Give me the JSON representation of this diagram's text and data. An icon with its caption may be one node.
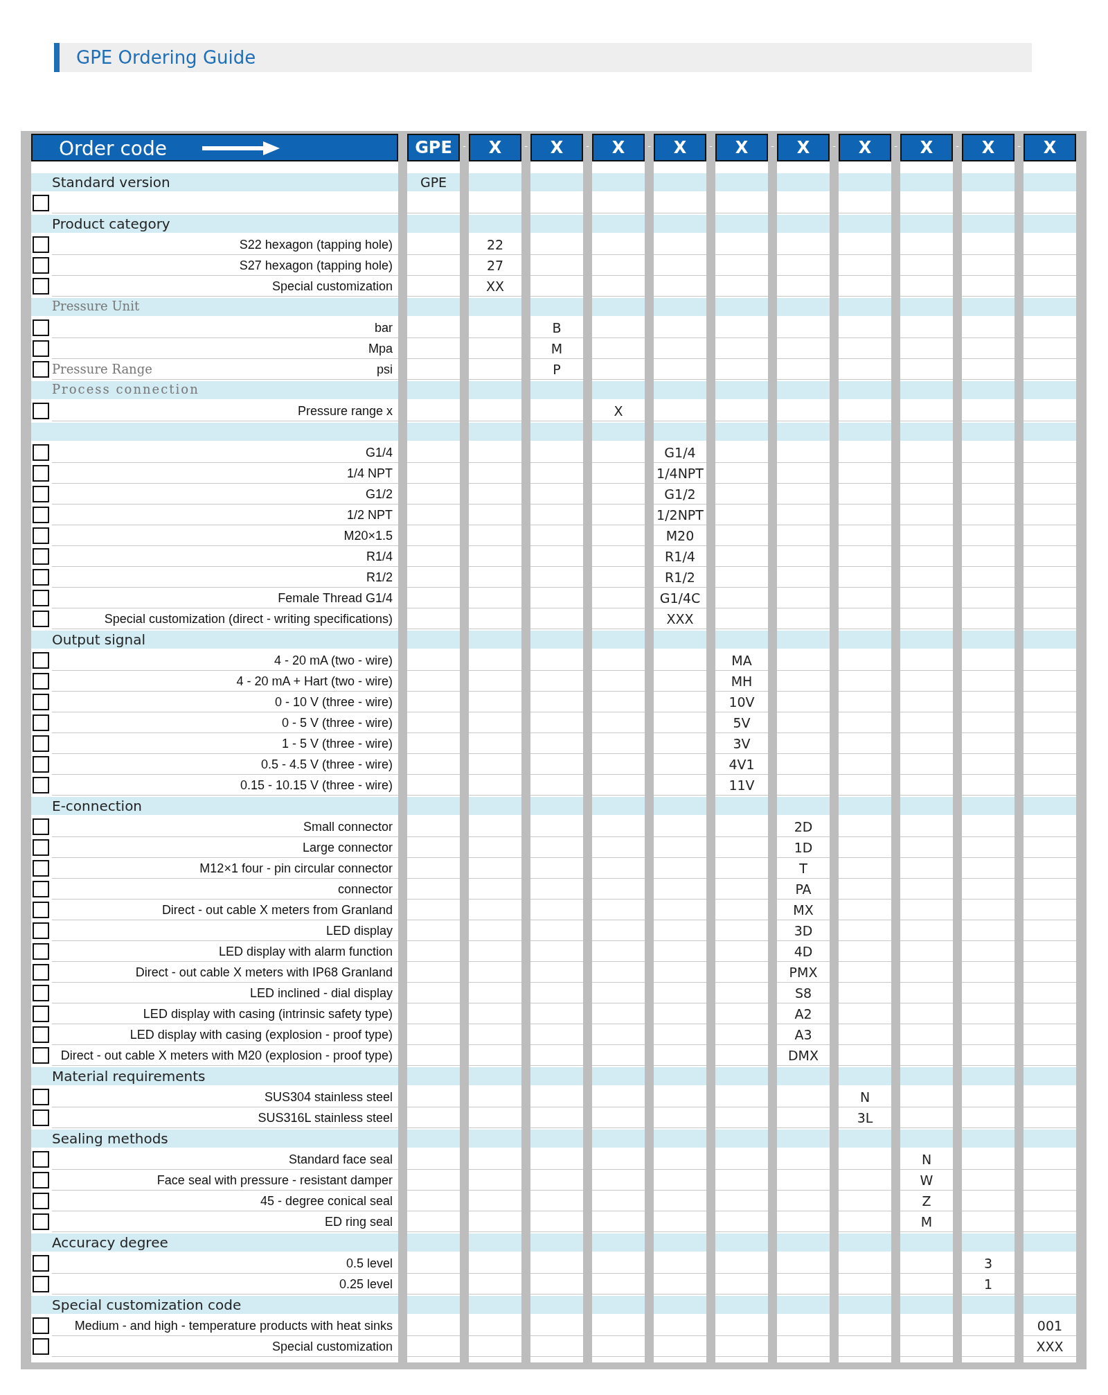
{
  "diagram": {
    "title": "GPE Ordering Guide",
    "labels": [
      "Order code",
      "GPE",
      "-",
      "X",
      "-",
      "X",
      "-",
      "X",
      "-",
      "X",
      "-",
      "X",
      "-",
      "X",
      "-",
      "X",
      "-",
      "X",
      "-",
      "X",
      "-",
      "X",
      "Standard version",
      "GPE",
      "Product category",
      "S22 hexagon (tapping hole)",
      "22",
      "S27 hexagon (tapping hole)",
      "27",
      "Special customization",
      "XX",
      "Pressure Unit",
      "bar",
      "B",
      "Mpa",
      "M",
      "Pressure Range",
      "psi",
      "P",
      "Process connection",
      "Pressure range x",
      "X",
      "G1/4",
      "G1/4",
      "1/4 NPT",
      "1/4NPT",
      "G1/2",
      "G1/2",
      "1/2 NPT",
      "1/2NPT",
      "M20×1.5",
      "M20",
      "R1/4",
      "R1/4",
      "R1/2",
      "R1/2",
      "Female Thread G1/4",
      "G1/4C",
      "Special customization (direct - writing specifications)",
      "XXX",
      "Output signal",
      "4 - 20 mA (two - wire)",
      "MA",
      "4 - 20 mA + Hart (two - wire)",
      "MH",
      "0 - 10 V (three - wire)",
      "10V",
      "0 - 5 V (three - wire)",
      "5V",
      "1 - 5 V (three - wire)",
      "3V",
      "0.5 - 4.5 V (three - wire)",
      "4V1",
      "0.15 - 10.15 V (three - wire)",
      "11V",
      "E-connection",
      "Small connector",
      "2D",
      "Large connector",
      "1D",
      "M12×1 four - pin circular connector",
      "T",
      "connector",
      "PA",
      "Direct - out cable X meters from Granland",
      "MX",
      "LED display",
      "3D",
      "LED display with alarm function",
      "4D",
      "Direct - out cable X meters with IP68 Granland",
      "PMX",
      "LED inclined - dial display",
      "S8",
      "LED display with casing (intrinsic safety type)",
      "A2",
      "LED display with casing (explosion - proof type)",
      "A3",
      "Direct - out cable X meters with M20 (explosion - proof type)",
      "DMX",
      "Material requirements",
      "SUS304 stainless steel",
      "N",
      "SUS316L stainless steel",
      "3L",
      "Sealing methods",
      "Standard face seal",
      "N",
      "Face seal with pressure - resistant damper",
      "W",
      "45 - degree conical seal",
      "Z",
      "ED ring seal",
      "M",
      "Accuracy degree",
      "0.5 level",
      "3",
      "0.25 level",
      "1",
      "Special customization code",
      "Medium - and high - temperature products with heat sinks",
      "001",
      "Special customization",
      "XXX"
    ]
  }
}
